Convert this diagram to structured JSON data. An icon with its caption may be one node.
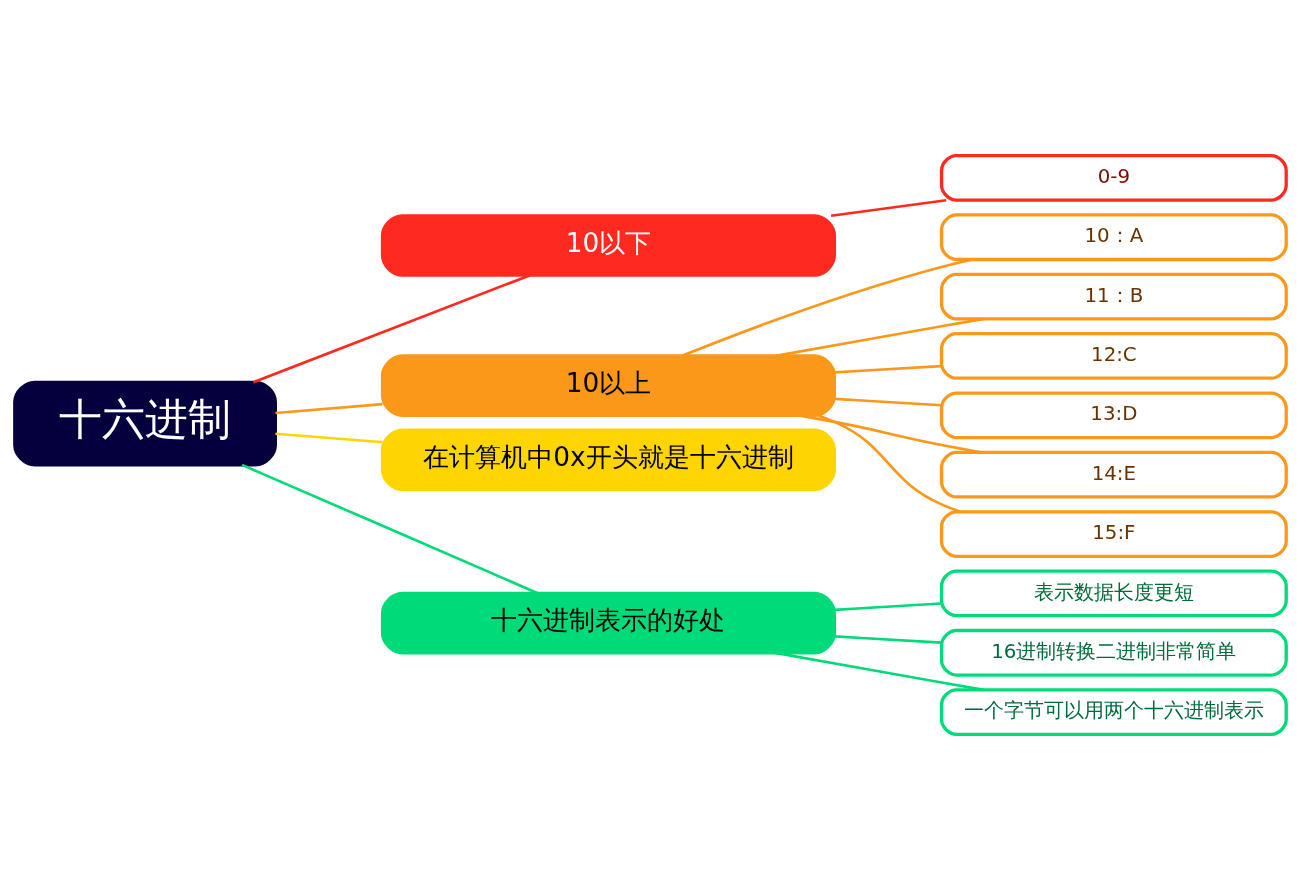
{
  "diagram": {
    "nodes": [
      {
        "text": [
          "十六进制"
        ]
      },
      {
        "text": [
          "10以下"
        ]
      },
      {
        "text": [
          "0-9"
        ]
      },
      {
        "text": [
          "10以上"
        ]
      },
      {
        "text": [
          "10：A"
        ]
      },
      {
        "text": [
          "11：B"
        ]
      },
      {
        "text": [
          "12:C"
        ]
      },
      {
        "text": [
          "13:D"
        ]
      },
      {
        "text": [
          "14:E"
        ]
      },
      {
        "text": [
          "15:F"
        ]
      },
      {
        "text": [
          "在计算机中0x开头就是十六进制"
        ]
      },
      {
        "text": [
          "十六进制表示的好处"
        ]
      },
      {
        "text": [
          "表示数据长度更短"
        ]
      },
      {
        "text": [
          "16进制转换二进制非常简单"
        ]
      },
      {
        "text": [
          "一个字节可以用两个十六进制表示"
        ]
      }
    ],
    "edges": [
      {
        "from": 0,
        "to": 1,
        "arrow": "none",
        "color": "#ff2a1f"
      },
      {
        "from": 1,
        "to": 2,
        "arrow": "none",
        "color": "#ff2a1f"
      },
      {
        "from": 0,
        "to": 3,
        "arrow": "none",
        "color": "#fb9719"
      },
      {
        "from": 3,
        "to": 4,
        "arrow": "none",
        "color": "#fb9719"
      },
      {
        "from": 3,
        "to": 5,
        "arrow": "none",
        "color": "#fb9719"
      },
      {
        "from": 3,
        "to": 6,
        "arrow": "none",
        "color": "#fb9719"
      },
      {
        "from": 3,
        "to": 7,
        "arrow": "none",
        "color": "#fb9719"
      },
      {
        "from": 3,
        "to": 8,
        "arrow": "none",
        "color": "#fb9719"
      },
      {
        "from": 3,
        "to": 9,
        "arrow": "none",
        "color": "#fb9719"
      },
      {
        "from": 0,
        "to": 10,
        "arrow": "none",
        "color": "#ffd500"
      },
      {
        "from": 0,
        "to": 11,
        "arrow": "none",
        "color": "#00da79"
      },
      {
        "from": 11,
        "to": 12,
        "arrow": "none",
        "color": "#00da79"
      },
      {
        "from": 11,
        "to": 13,
        "arrow": "none",
        "color": "#00da79"
      },
      {
        "from": 11,
        "to": 14,
        "arrow": "none",
        "color": "#00da79"
      }
    ]
  }
}
